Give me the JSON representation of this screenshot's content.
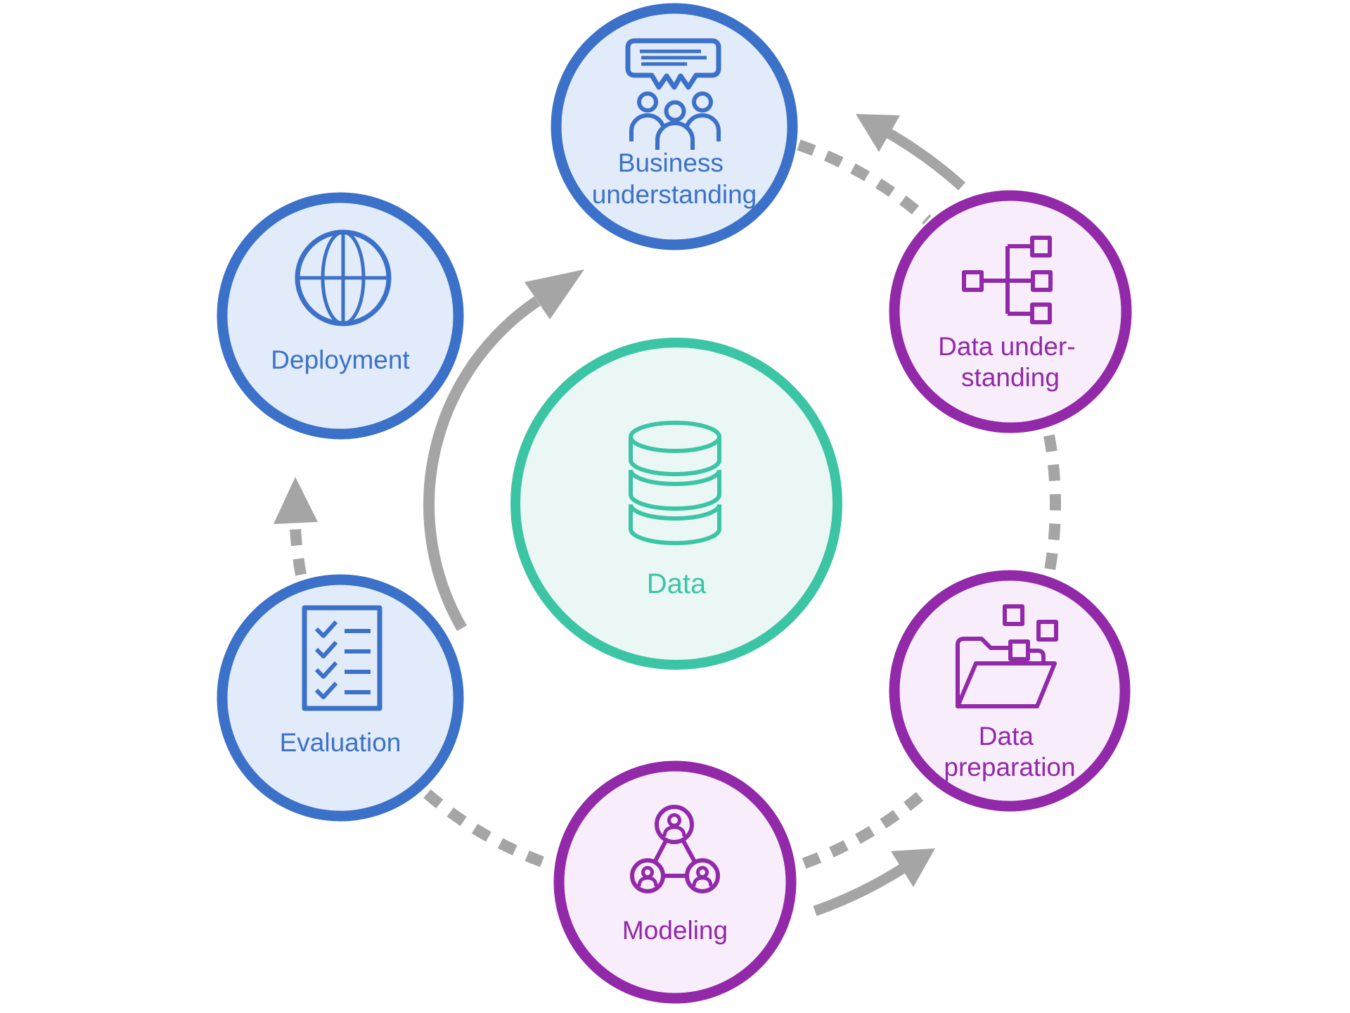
{
  "palette": {
    "blue": "#3B71C8",
    "blue_fill": "#E2EBFA",
    "purple": "#9129A9",
    "purple_fill": "#F8EDFA",
    "teal": "#3CC5A5",
    "teal_fill": "#EAF7F4",
    "arrow_gray": "#A5A5A5",
    "background": "#FFFFFF"
  },
  "diagram": {
    "type": "cycle-process-diagram",
    "center": {
      "label": "Data",
      "icon": "database-icon",
      "theme": "teal"
    },
    "nodes": {
      "business": {
        "lines": [
          "Business",
          "understanding"
        ],
        "icon": "team-discussion-icon",
        "theme": "blue"
      },
      "data_understanding": {
        "lines": [
          "Data under-",
          "standing"
        ],
        "icon": "hierarchy-icon",
        "theme": "purple"
      },
      "data_preparation": {
        "lines": [
          "Data",
          "preparation"
        ],
        "icon": "folder-icon",
        "theme": "purple"
      },
      "modeling": {
        "lines": [
          "Modeling"
        ],
        "icon": "people-network-icon",
        "theme": "purple"
      },
      "evaluation": {
        "lines": [
          "Evaluation"
        ],
        "icon": "checklist-icon",
        "theme": "blue"
      },
      "deployment": {
        "lines": [
          "Deployment"
        ],
        "icon": "globe-icon",
        "theme": "blue"
      }
    },
    "connections": [
      {
        "from": "business",
        "to": "data_understanding",
        "style": "dashed"
      },
      {
        "from": "data_understanding",
        "to": "business",
        "style": "solid-arrow"
      },
      {
        "from": "data_understanding",
        "to": "data_preparation",
        "style": "dashed"
      },
      {
        "from": "data_preparation",
        "to": "modeling",
        "style": "dashed"
      },
      {
        "from": "modeling",
        "to": "data_preparation",
        "style": "solid-arrow"
      },
      {
        "from": "modeling",
        "to": "evaluation",
        "style": "dashed"
      },
      {
        "from": "evaluation",
        "to": "deployment",
        "style": "dashed-arrow"
      },
      {
        "from": "evaluation",
        "to": "business",
        "style": "solid-arrow-large"
      }
    ]
  }
}
